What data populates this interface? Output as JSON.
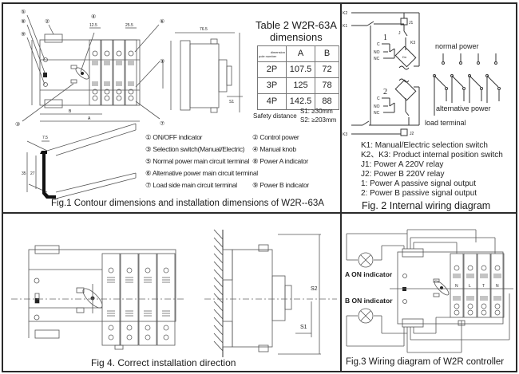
{
  "fig1": {
    "caption": "Fig.1  Contour dimensions and installation dimensions of W2R--63A",
    "callouts": [
      "①",
      "②",
      "③",
      "④",
      "⑤",
      "⑥",
      "⑦",
      "⑧",
      "⑨"
    ],
    "dim_labels": {
      "top_left": "12.5",
      "top_right": "25.5",
      "depth": "76.5",
      "a": "A",
      "b": "B",
      "rail_h1": "35",
      "rail_h2": "27",
      "rail_w": "7.5",
      "side_s": "S1"
    },
    "table": {
      "title_line1": "Table 2  W2R-63A",
      "title_line2": "dimensions",
      "header_corner_top": "dimension",
      "header_corner_bottom": "pole number",
      "columns": [
        "A",
        "B"
      ],
      "rows": [
        {
          "pole": "2P",
          "A": "107.5",
          "B": "72"
        },
        {
          "pole": "3P",
          "A": "125",
          "B": "78"
        },
        {
          "pole": "4P",
          "A": "142.5",
          "B": "88"
        }
      ],
      "safety_label": "Safety distance",
      "s1": "S1: ≥30mm",
      "s2": "S2: ≥203mm"
    },
    "legend": [
      {
        "num": "①",
        "text": "ON/OFF indicator"
      },
      {
        "num": "②",
        "text": "Control power"
      },
      {
        "num": "③",
        "text": "Selection switch(Manual/Electric)"
      },
      {
        "num": "④",
        "text": "Manual  knob"
      },
      {
        "num": "⑤",
        "text": "Normal power main circuit terminal"
      },
      {
        "num": "⑥",
        "text": "Alternative power main circuit terminal"
      },
      {
        "num": "⑦",
        "text": "Load side main circuit terminal"
      },
      {
        "num": "⑧",
        "text": "Power A indicator"
      },
      {
        "num": "⑨",
        "text": "Power B indicator"
      }
    ]
  },
  "fig2": {
    "caption": "Fig. 2 Internal wiring diagram",
    "labels": {
      "normal_power": "normal power",
      "alternative_power": "alternative power",
      "load_terminal": "load terminal",
      "one": "1",
      "two": "2",
      "c": "C",
      "no": "NO",
      "nc": "NC",
      "k1": "K1",
      "k2": "K2",
      "k3": "K3",
      "j1": "J1",
      "j2": "J2",
      "j": "J",
      "dn": "Dn"
    },
    "notes": [
      "K1: Manual/Electric selection switch",
      "K2、K3: Product internal position switch",
      "J1: Power A 220V relay",
      "J2: Power B 220V relay",
      "1: Power A passive signal output",
      "2: Power B passive signal output"
    ]
  },
  "fig4": {
    "caption": "Fig 4. Correct installation direction",
    "dim_labels": {
      "s1": "S1",
      "s2": "S2"
    }
  },
  "fig3": {
    "caption": "Fig.3 Wiring diagram of W2R controller",
    "a_on": "A ON indicator",
    "b_on": "B ON indicator",
    "pole_labels": [
      "N",
      "L",
      "T",
      "N"
    ]
  }
}
